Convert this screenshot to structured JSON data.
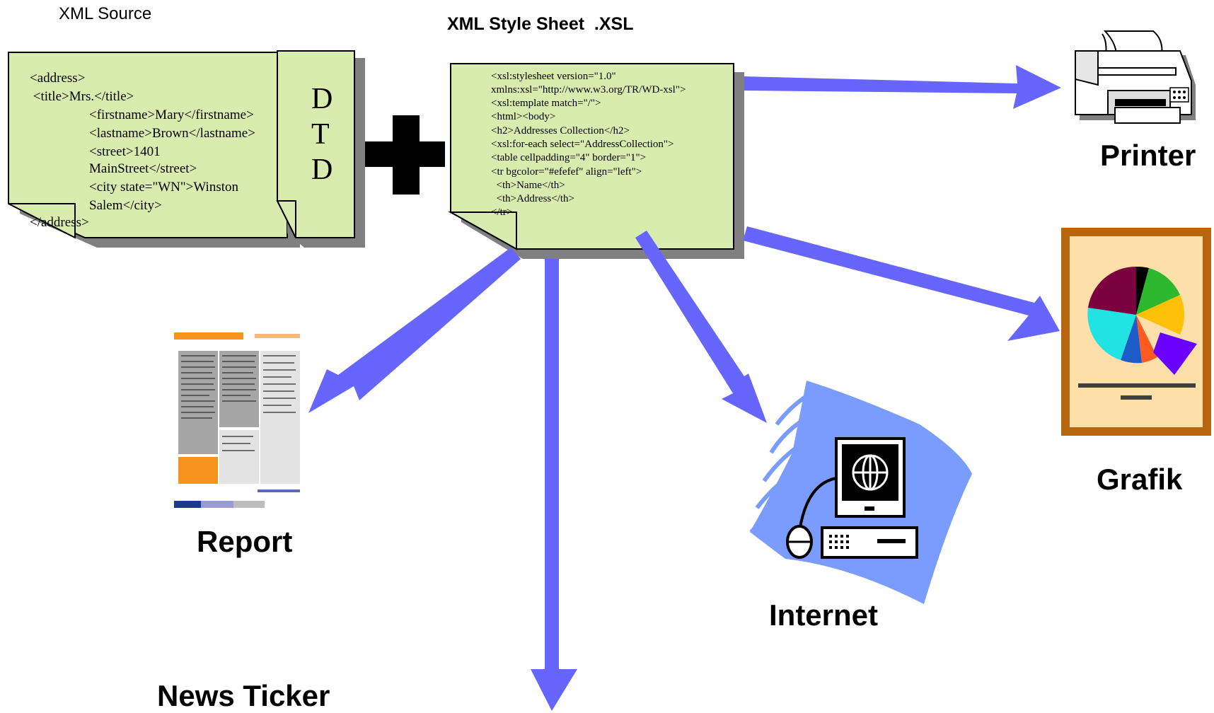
{
  "labels": {
    "xml_source": "XML Source",
    "xsl_title": "XML Style Sheet  .XSL",
    "printer": "Printer",
    "grafik": "Grafik",
    "report": "Report",
    "internet": "Internet",
    "news_ticker": "News Ticker"
  },
  "xml_doc": {
    "lines": [
      "<address>",
      " <title>Mrs.</title>",
      "<firstname>Mary</firstname>",
      "<lastname>Brown</lastname>",
      "<street>1401",
      "MainStreet</street>",
      "<city state=\"WN\">Winston",
      "Salem</city>",
      "</address>"
    ]
  },
  "dtd": {
    "letters": [
      "D",
      "T",
      "D"
    ]
  },
  "xsl_doc": {
    "lines": [
      "<xsl:stylesheet version=\"1.0\"",
      "xmlns:xsl=\"http://www.w3.org/TR/WD-xsl\">",
      "<xsl:template match=\"/\">",
      "<html><body>",
      "<h2>Addresses Collection</h2>",
      "<xsl:for-each select=\"AddressCollection\">",
      "<table cellpadding=\"4\" border=\"1\">",
      "<tr bgcolor=\"#efefef\" align=\"left\">",
      "  <th>Name</th>",
      "  <th>Address</th>",
      "</tr>"
    ]
  },
  "colors": {
    "doc_fill": "#d8ecb0",
    "shadow": "#808080",
    "arrow": "#6666ff",
    "frame": "#b8650f",
    "frame_inner": "#fddfa9",
    "wave": "#7b9cff",
    "report_orange": "#f7941d"
  },
  "icons": [
    "plus-icon",
    "printer-icon",
    "chart-poster-icon",
    "report-document-icon",
    "computer-globe-icon"
  ]
}
